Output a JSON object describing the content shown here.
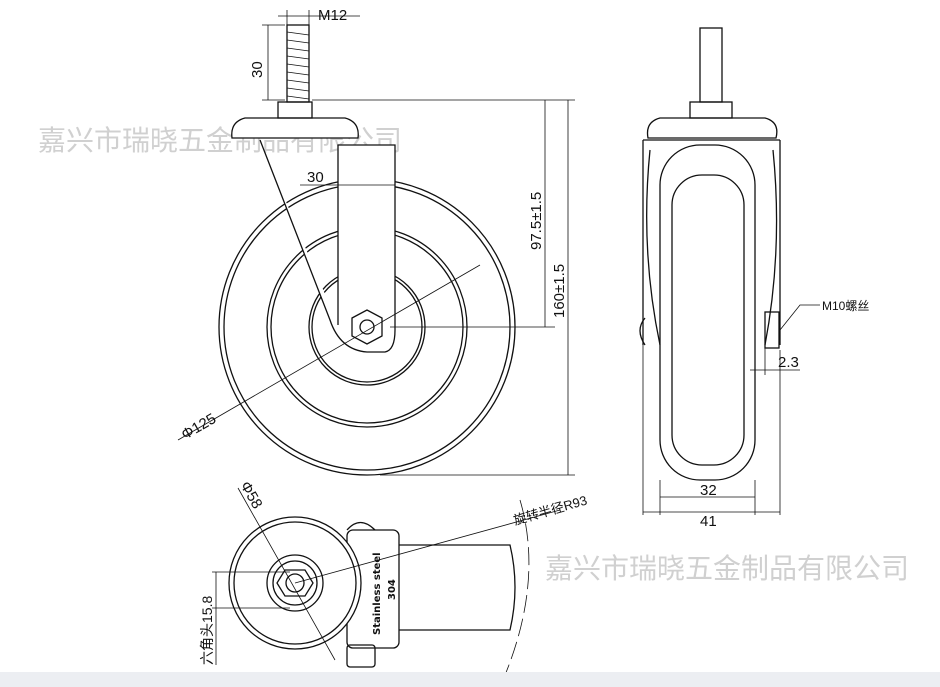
{
  "watermark": "嘉兴市瑞晓五金制品有限公司",
  "front_view": {
    "thread": "M12",
    "thread_length": "30",
    "plate_offset": "30",
    "axle_height": "97.5±1.5",
    "total_height": "160±1.5",
    "wheel_diameter": "Φ125"
  },
  "side_view": {
    "bolt": "M10螺丝",
    "offset": "2.3",
    "wheel_width": "32",
    "fork_width": "41"
  },
  "top_view": {
    "hub_diameter": "Φ58",
    "swivel_radius": "旋转半径R93",
    "hex_nut": "六角头15.8",
    "material_line1": "Stainless steel",
    "material_line2": "304"
  }
}
